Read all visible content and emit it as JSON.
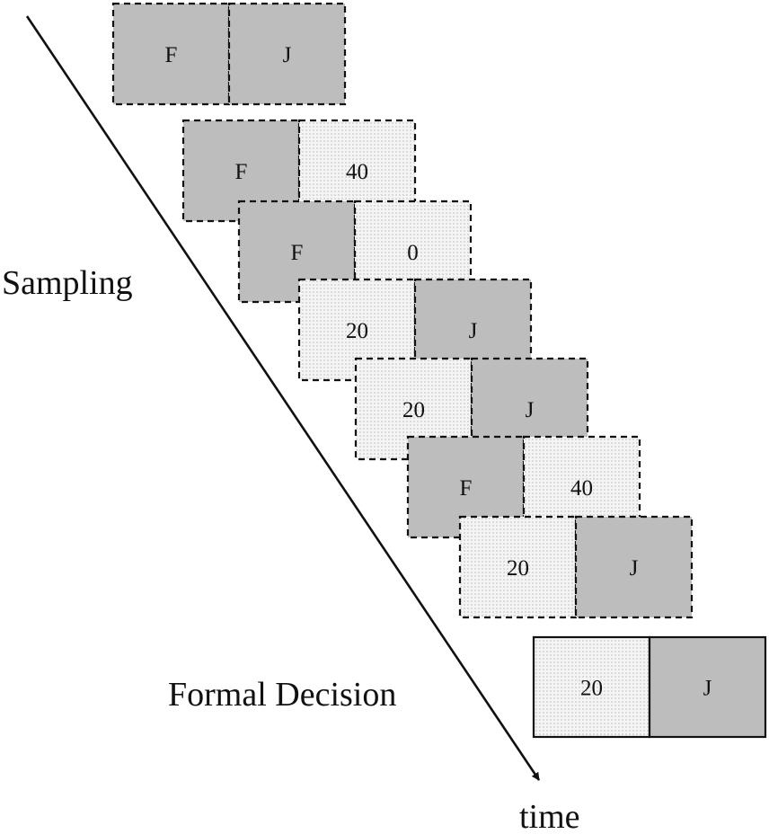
{
  "labels": {
    "sampling": "Sampling",
    "formal_decision": "Formal Decision",
    "time": "time"
  },
  "colors": {
    "option_box": "#bdbdbd",
    "outcome_box": "#f4f4f4",
    "outcome_dots": "#9a9a9a",
    "border": "#111111"
  },
  "sampling_trials": [
    {
      "left": {
        "kind": "option",
        "text": "F"
      },
      "right": {
        "kind": "option",
        "text": "J"
      }
    },
    {
      "left": {
        "kind": "option",
        "text": "F"
      },
      "right": {
        "kind": "outcome",
        "text": "40"
      }
    },
    {
      "left": {
        "kind": "option",
        "text": "F"
      },
      "right": {
        "kind": "outcome",
        "text": "0"
      }
    },
    {
      "left": {
        "kind": "outcome",
        "text": "20"
      },
      "right": {
        "kind": "option",
        "text": "J"
      }
    },
    {
      "left": {
        "kind": "outcome",
        "text": "20"
      },
      "right": {
        "kind": "option",
        "text": "J"
      }
    },
    {
      "left": {
        "kind": "option",
        "text": "F"
      },
      "right": {
        "kind": "outcome",
        "text": "40"
      }
    },
    {
      "left": {
        "kind": "outcome",
        "text": "20"
      },
      "right": {
        "kind": "option",
        "text": "J"
      }
    }
  ],
  "decision_trial": {
    "left": {
      "kind": "outcome",
      "text": "20"
    },
    "right": {
      "kind": "option",
      "text": "J"
    }
  }
}
